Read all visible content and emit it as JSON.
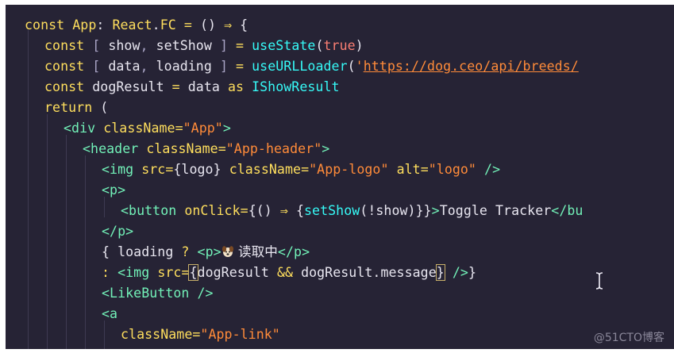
{
  "editor": {
    "lines": [
      {
        "segments": [
          {
            "t": "const ",
            "c": "t-kw"
          },
          {
            "t": "App",
            "c": "t-kw"
          },
          {
            "t": ": ",
            "c": "t-txt"
          },
          {
            "t": "React",
            "c": "t-kw"
          },
          {
            "t": ".",
            "c": "t-txt"
          },
          {
            "t": "FC",
            "c": "t-kw"
          },
          {
            "t": " = ",
            "c": "t-op"
          },
          {
            "t": "() ",
            "c": "t-txt"
          },
          {
            "t": "⇒ ",
            "c": "t-op"
          },
          {
            "t": "{",
            "c": "t-txt"
          }
        ]
      },
      {
        "segments": [
          {
            "t": "const ",
            "c": "t-kw"
          },
          {
            "t": "[ ",
            "c": "t-pun"
          },
          {
            "t": "show",
            "c": "t-txt"
          },
          {
            "t": ", ",
            "c": "t-pun"
          },
          {
            "t": "setShow",
            "c": "t-txt"
          },
          {
            "t": " ] ",
            "c": "t-pun"
          },
          {
            "t": "= ",
            "c": "t-op"
          },
          {
            "t": "useState",
            "c": "t-fn"
          },
          {
            "t": "(",
            "c": "t-txt"
          },
          {
            "t": "true",
            "c": "t-bool"
          },
          {
            "t": ")",
            "c": "t-txt"
          }
        ]
      },
      {
        "segments": [
          {
            "t": "const ",
            "c": "t-kw"
          },
          {
            "t": "[ ",
            "c": "t-pun"
          },
          {
            "t": "data",
            "c": "t-txt"
          },
          {
            "t": ", ",
            "c": "t-pun"
          },
          {
            "t": "loading",
            "c": "t-txt"
          },
          {
            "t": " ] ",
            "c": "t-pun"
          },
          {
            "t": "= ",
            "c": "t-op"
          },
          {
            "t": "useURLLoader",
            "c": "t-fn"
          },
          {
            "t": "(",
            "c": "t-txt"
          },
          {
            "t": "'",
            "c": "t-str"
          },
          {
            "t": "https://dog.ceo/api/breeds/",
            "c": "t-url"
          }
        ]
      },
      {
        "segments": [
          {
            "t": "const ",
            "c": "t-kw"
          },
          {
            "t": "dogResult",
            "c": "t-txt"
          },
          {
            "t": " = ",
            "c": "t-op"
          },
          {
            "t": "data",
            "c": "t-txt"
          },
          {
            "t": " as ",
            "c": "t-kw"
          },
          {
            "t": "IShowResult",
            "c": "t-fn"
          }
        ]
      },
      {
        "segments": [
          {
            "t": "return ",
            "c": "t-kw"
          },
          {
            "t": "(",
            "c": "t-txt"
          }
        ]
      },
      {
        "segments": [
          {
            "t": "<",
            "c": "t-tag"
          },
          {
            "t": "div ",
            "c": "t-tag"
          },
          {
            "t": "className",
            "c": "t-attr"
          },
          {
            "t": "=",
            "c": "t-op"
          },
          {
            "t": "\"App\"",
            "c": "t-str"
          },
          {
            "t": ">",
            "c": "t-tag"
          }
        ]
      },
      {
        "segments": [
          {
            "t": "<",
            "c": "t-tag"
          },
          {
            "t": "header ",
            "c": "t-tag"
          },
          {
            "t": "className",
            "c": "t-attr"
          },
          {
            "t": "=",
            "c": "t-op"
          },
          {
            "t": "\"App-header\"",
            "c": "t-str"
          },
          {
            "t": ">",
            "c": "t-tag"
          }
        ]
      },
      {
        "segments": [
          {
            "t": "<",
            "c": "t-tag"
          },
          {
            "t": "img ",
            "c": "t-tag"
          },
          {
            "t": "src",
            "c": "t-attr"
          },
          {
            "t": "=",
            "c": "t-op"
          },
          {
            "t": "{logo} ",
            "c": "t-txt"
          },
          {
            "t": "className",
            "c": "t-attr"
          },
          {
            "t": "=",
            "c": "t-op"
          },
          {
            "t": "\"App-logo\" ",
            "c": "t-str"
          },
          {
            "t": "alt",
            "c": "t-attr"
          },
          {
            "t": "=",
            "c": "t-op"
          },
          {
            "t": "\"logo\" ",
            "c": "t-str"
          },
          {
            "t": "/>",
            "c": "t-tag"
          }
        ]
      },
      {
        "segments": [
          {
            "t": "<",
            "c": "t-tag"
          },
          {
            "t": "p",
            "c": "t-tag"
          },
          {
            "t": ">",
            "c": "t-tag"
          }
        ]
      },
      {
        "segments": [
          {
            "t": "<",
            "c": "t-tag"
          },
          {
            "t": "button ",
            "c": "t-tag"
          },
          {
            "t": "onClick",
            "c": "t-attr"
          },
          {
            "t": "=",
            "c": "t-op"
          },
          {
            "t": "{() ",
            "c": "t-txt"
          },
          {
            "t": "⇒ ",
            "c": "t-op"
          },
          {
            "t": "{",
            "c": "t-txt"
          },
          {
            "t": "setShow",
            "c": "t-fn"
          },
          {
            "t": "(!show)}}",
            "c": "t-txt"
          },
          {
            "t": ">",
            "c": "t-tag"
          },
          {
            "t": "Toggle Tracker",
            "c": "t-txt"
          },
          {
            "t": "</",
            "c": "t-tag"
          },
          {
            "t": "bu",
            "c": "t-tag"
          }
        ]
      },
      {
        "segments": [
          {
            "t": "</",
            "c": "t-tag"
          },
          {
            "t": "p",
            "c": "t-tag"
          },
          {
            "t": ">",
            "c": "t-tag"
          }
        ]
      },
      {
        "segments": [
          {
            "t": "{ ",
            "c": "t-txt"
          },
          {
            "t": "loading",
            "c": "t-txt"
          },
          {
            "t": " ? ",
            "c": "t-op"
          },
          {
            "t": "<",
            "c": "t-tag"
          },
          {
            "t": "p",
            "c": "t-tag"
          },
          {
            "t": ">",
            "c": "t-tag"
          },
          {
            "t": "🐶",
            "c": "emoji-dog"
          },
          {
            "t": " 读取中",
            "c": "t-txt cjk"
          },
          {
            "t": "</",
            "c": "t-tag"
          },
          {
            "t": "p",
            "c": "t-tag"
          },
          {
            "t": ">",
            "c": "t-tag"
          }
        ]
      },
      {
        "segments": [
          {
            "t": ": ",
            "c": "t-op"
          },
          {
            "t": "<",
            "c": "t-tag"
          },
          {
            "t": "img ",
            "c": "t-tag"
          },
          {
            "t": "src",
            "c": "t-attr"
          },
          {
            "t": "=",
            "c": "t-op"
          },
          {
            "t": "{",
            "c": "t-txt bracket-hl"
          },
          {
            "t": "dogResult ",
            "c": "t-txt"
          },
          {
            "t": "&& ",
            "c": "t-op"
          },
          {
            "t": "dogResult.message",
            "c": "t-txt"
          },
          {
            "t": "}",
            "c": "t-txt bracket-hl"
          },
          {
            "t": " ",
            "c": "t-txt"
          },
          {
            "t": "/>",
            "c": "t-tag"
          },
          {
            "t": "}",
            "c": "t-txt"
          }
        ]
      },
      {
        "segments": [
          {
            "t": "<",
            "c": "t-tag"
          },
          {
            "t": "LikeButton ",
            "c": "t-tag"
          },
          {
            "t": "/>",
            "c": "t-tag"
          }
        ]
      },
      {
        "segments": [
          {
            "t": "<",
            "c": "t-tag"
          },
          {
            "t": "a",
            "c": "t-tag"
          }
        ]
      },
      {
        "segments": [
          {
            "t": "className",
            "c": "t-attr"
          },
          {
            "t": "=",
            "c": "t-op"
          },
          {
            "t": "\"App-link\"",
            "c": "t-str"
          }
        ]
      }
    ]
  },
  "watermark": "@51CTO博客",
  "colors": {
    "background": "#262335",
    "keyword": "#fede5d",
    "function": "#36f9f6",
    "string": "#ff8b39",
    "tag": "#72f1b8"
  },
  "icons": [
    "text-cursor-icon",
    "dog-emoji-icon"
  ]
}
